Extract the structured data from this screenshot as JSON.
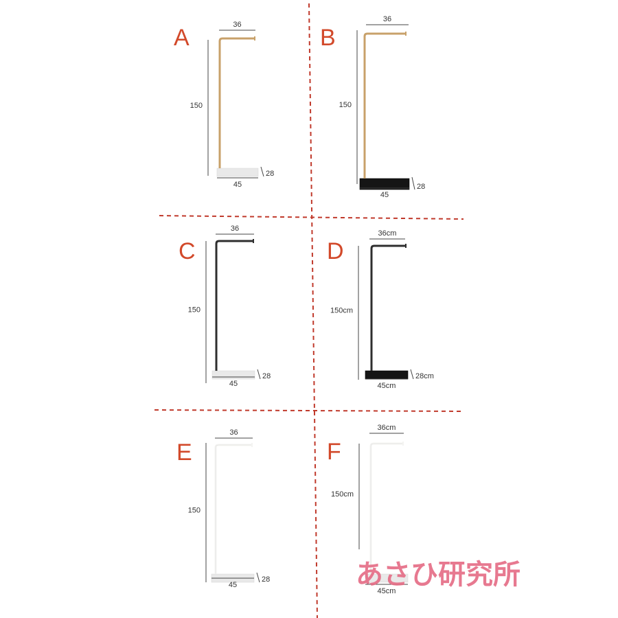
{
  "colors": {
    "gold": "#c8a16a",
    "black": "#2e2e2e",
    "white": "#f4f4f2",
    "marble_white": "#e9e9e9",
    "marble_black": "#151515",
    "label_red": "#d2492a",
    "divider_red": "#c0392b",
    "watermark_pink": "#e46a84"
  },
  "variants": [
    {
      "label": "A",
      "finish": "gold",
      "base": "marble_white",
      "top": "36",
      "height": "150",
      "base_depth": "28",
      "base_width": "45"
    },
    {
      "label": "B",
      "finish": "gold",
      "base": "marble_black",
      "top": "36",
      "height": "150",
      "base_depth": "28",
      "base_width": "45"
    },
    {
      "label": "C",
      "finish": "black",
      "base": "marble_white",
      "top": "36",
      "height": "150",
      "base_depth": "28",
      "base_width": "45"
    },
    {
      "label": "D",
      "finish": "black",
      "base": "marble_black",
      "top": "36cm",
      "height": "150cm",
      "base_depth": "28cm",
      "base_width": "45cm"
    },
    {
      "label": "E",
      "finish": "white",
      "base": "marble_white",
      "top": "36",
      "height": "150",
      "base_depth": "28",
      "base_width": "45"
    },
    {
      "label": "F",
      "finish": "white",
      "base": "marble_white",
      "top": "36cm",
      "height": "150cm",
      "base_depth": "",
      "base_width": "45cm"
    }
  ],
  "watermark": "あさひ研究所"
}
